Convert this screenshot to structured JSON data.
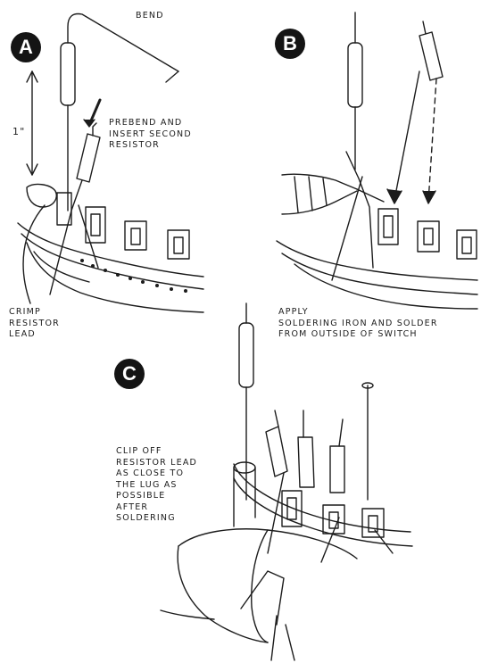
{
  "steps": {
    "a": {
      "badge": "A",
      "bend_label": "BEND",
      "dimension_label": "1\"",
      "prebend_lines": [
        "PREBEND AND",
        "INSERT SECOND",
        "RESISTOR"
      ],
      "crimp_lines": [
        "CRIMP",
        "RESISTOR",
        "LEAD"
      ]
    },
    "b": {
      "badge": "B",
      "apply_lines": [
        "APPLY",
        "SOLDERING IRON AND SOLDER",
        "FROM OUTSIDE OF SWITCH"
      ]
    },
    "c": {
      "badge": "C",
      "clip_lines": [
        "CLIP OFF",
        "RESISTOR LEAD",
        "AS CLOSE TO",
        "THE LUG AS",
        "POSSIBLE",
        "AFTER",
        "SOLDERING"
      ]
    }
  },
  "colors": {
    "ink": "#1c1c1c",
    "badge_fill": "#141414",
    "paper": "#ffffff"
  }
}
